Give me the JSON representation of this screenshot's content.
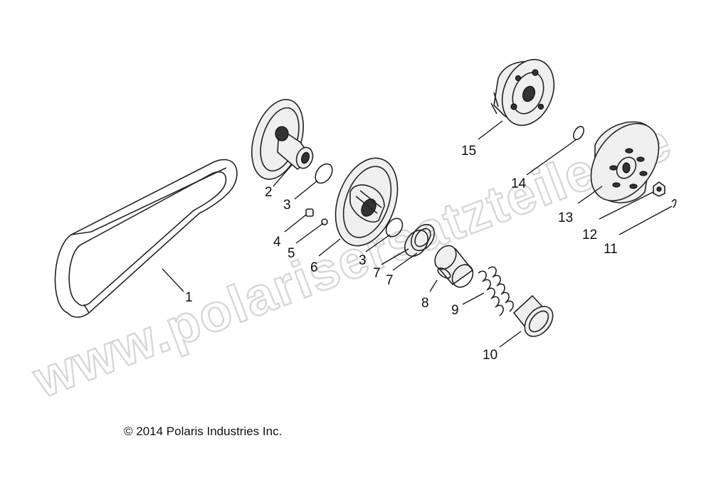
{
  "watermark": "www.polarisersatzteile.de",
  "copyright": "© 2014 Polaris Industries Inc.",
  "callouts": [
    {
      "id": "c1",
      "label": "1"
    },
    {
      "id": "c2",
      "label": "2"
    },
    {
      "id": "c3a",
      "label": "3"
    },
    {
      "id": "c3b",
      "label": "3"
    },
    {
      "id": "c4",
      "label": "4"
    },
    {
      "id": "c5",
      "label": "5"
    },
    {
      "id": "c6",
      "label": "6"
    },
    {
      "id": "c7a",
      "label": "7"
    },
    {
      "id": "c7b",
      "label": "7"
    },
    {
      "id": "c8",
      "label": "8"
    },
    {
      "id": "c9",
      "label": "9"
    },
    {
      "id": "c10",
      "label": "10"
    },
    {
      "id": "c11",
      "label": "11"
    },
    {
      "id": "c12",
      "label": "12"
    },
    {
      "id": "c13",
      "label": "13"
    },
    {
      "id": "c14",
      "label": "14"
    },
    {
      "id": "c15",
      "label": "15"
    }
  ]
}
